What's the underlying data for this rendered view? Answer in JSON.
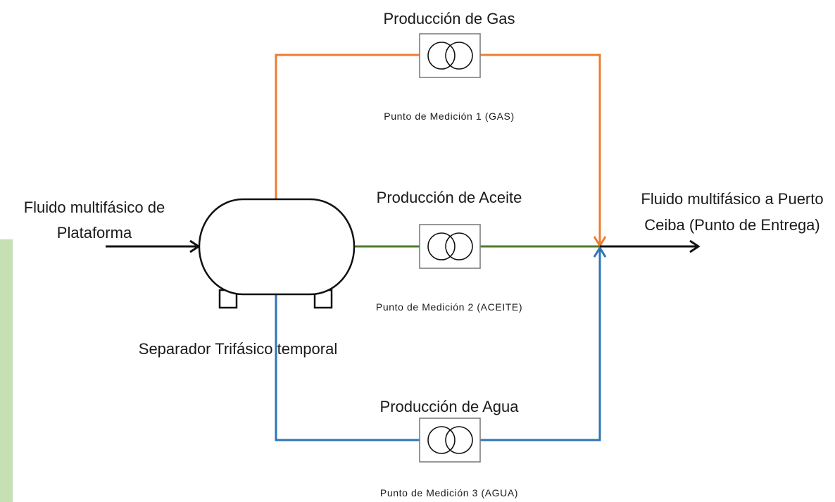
{
  "inlet": {
    "label_line1": "Fluido multifásico de",
    "label_line2": "Plataforma"
  },
  "outlet": {
    "label_line1": "Fluido multifásico a Puerto",
    "label_line2": "Ceiba (Punto de Entrega)"
  },
  "separator": {
    "label": "Separador Trifásico temporal"
  },
  "streams": {
    "gas": {
      "title": "Producción de Gas",
      "meter_label": "Punto de Medición 1 (GAS)",
      "color": "#ed7d31"
    },
    "oil": {
      "title": "Producción de Aceite",
      "meter_label": "Punto de Medición 2 (ACEITE)",
      "color": "#4f7a2a"
    },
    "water": {
      "title": "Producción de Agua",
      "meter_label": "Punto de Medición 3 (AGUA)",
      "color": "#2e75b6"
    }
  },
  "colors": {
    "line": "#111111",
    "meter_outline": "#7f7f7f",
    "side_strip": "#c6e0b4"
  }
}
